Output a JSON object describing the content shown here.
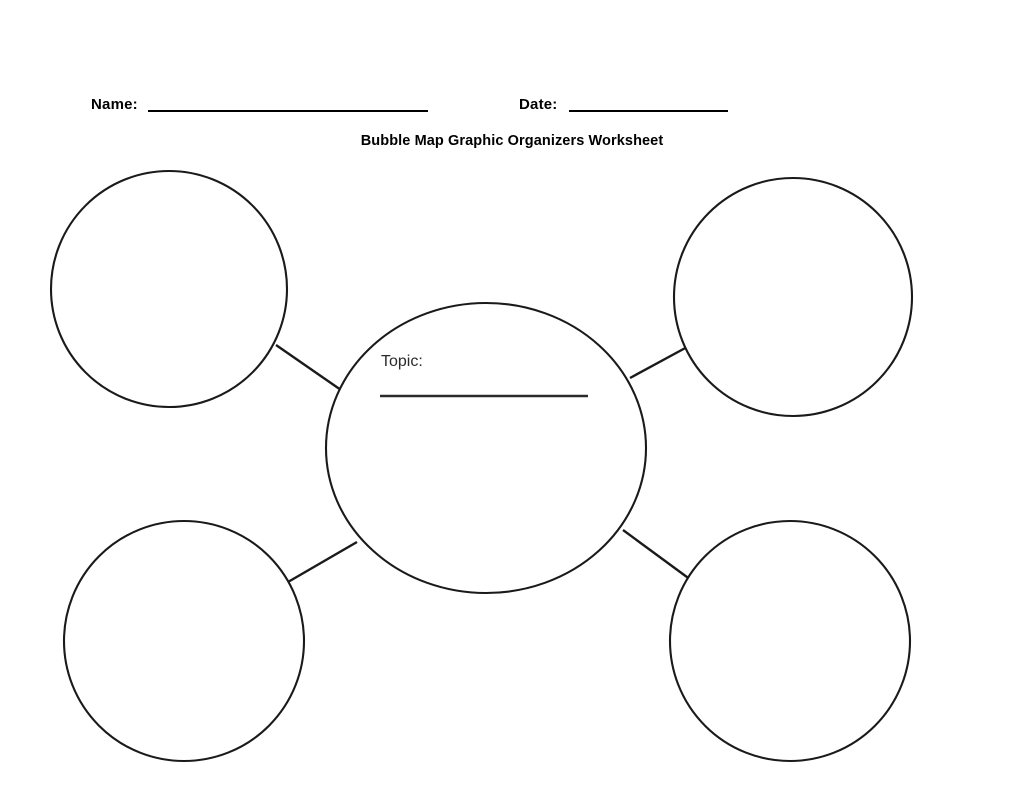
{
  "document": {
    "title": "Bubble Map Graphic Organizers Worksheet",
    "background_color": "#ffffff",
    "ink_color": "#1a1a1a"
  },
  "header": {
    "name_label": "Name:",
    "name_value": "",
    "date_label": "Date:",
    "date_value": ""
  },
  "diagram": {
    "center_bubble": {
      "topic_label": "Topic:",
      "topic_value": ""
    },
    "outer_bubbles": [
      {
        "position": "top-left",
        "value": ""
      },
      {
        "position": "top-right",
        "value": ""
      },
      {
        "position": "bottom-left",
        "value": ""
      },
      {
        "position": "bottom-right",
        "value": ""
      }
    ]
  }
}
